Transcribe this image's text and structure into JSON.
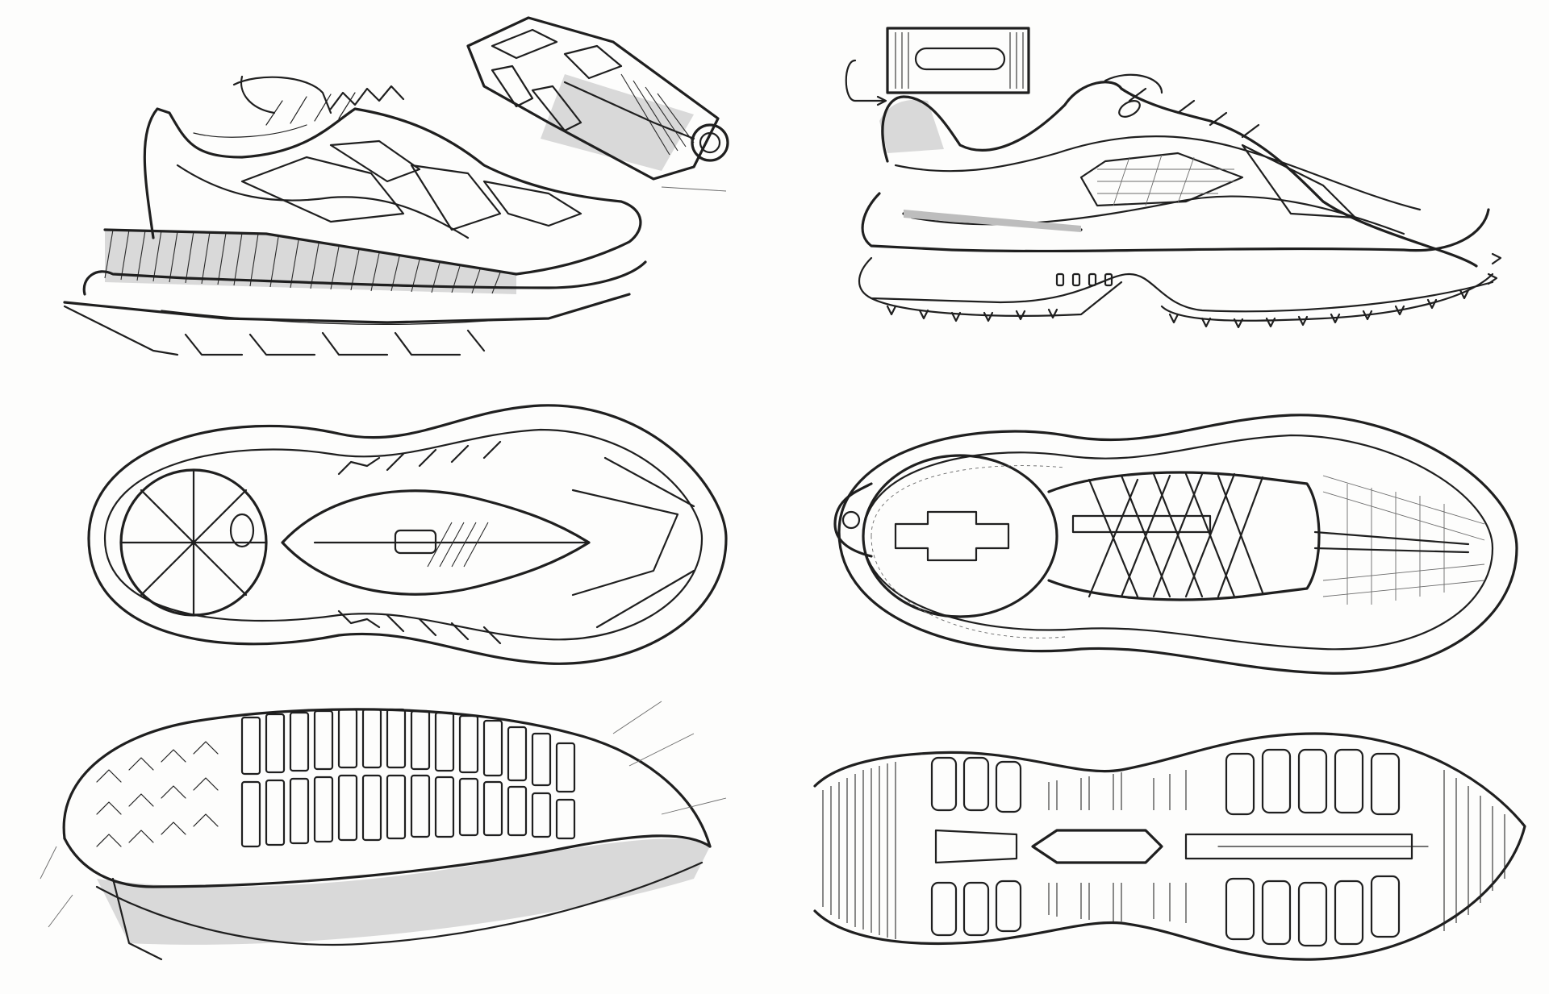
{
  "sheet": {
    "background": "#fdfdfc",
    "ink_color": "#1f1f1f",
    "shade_color": "#d9d9d9"
  },
  "sketches": [
    {
      "id": "shoe-a-side",
      "kind": "running shoe side view"
    },
    {
      "id": "shoe-a-detail",
      "kind": "lace aglet detail"
    },
    {
      "id": "shoe-a-top",
      "kind": "shoe top view"
    },
    {
      "id": "shoe-a-outsole",
      "kind": "outsole perspective"
    },
    {
      "id": "shoe-b-side",
      "kind": "cleated shoe side view"
    },
    {
      "id": "shoe-b-tab",
      "kind": "heel tab detail"
    },
    {
      "id": "shoe-b-top",
      "kind": "shoe top view"
    },
    {
      "id": "shoe-b-outsole",
      "kind": "outsole flat view"
    }
  ]
}
